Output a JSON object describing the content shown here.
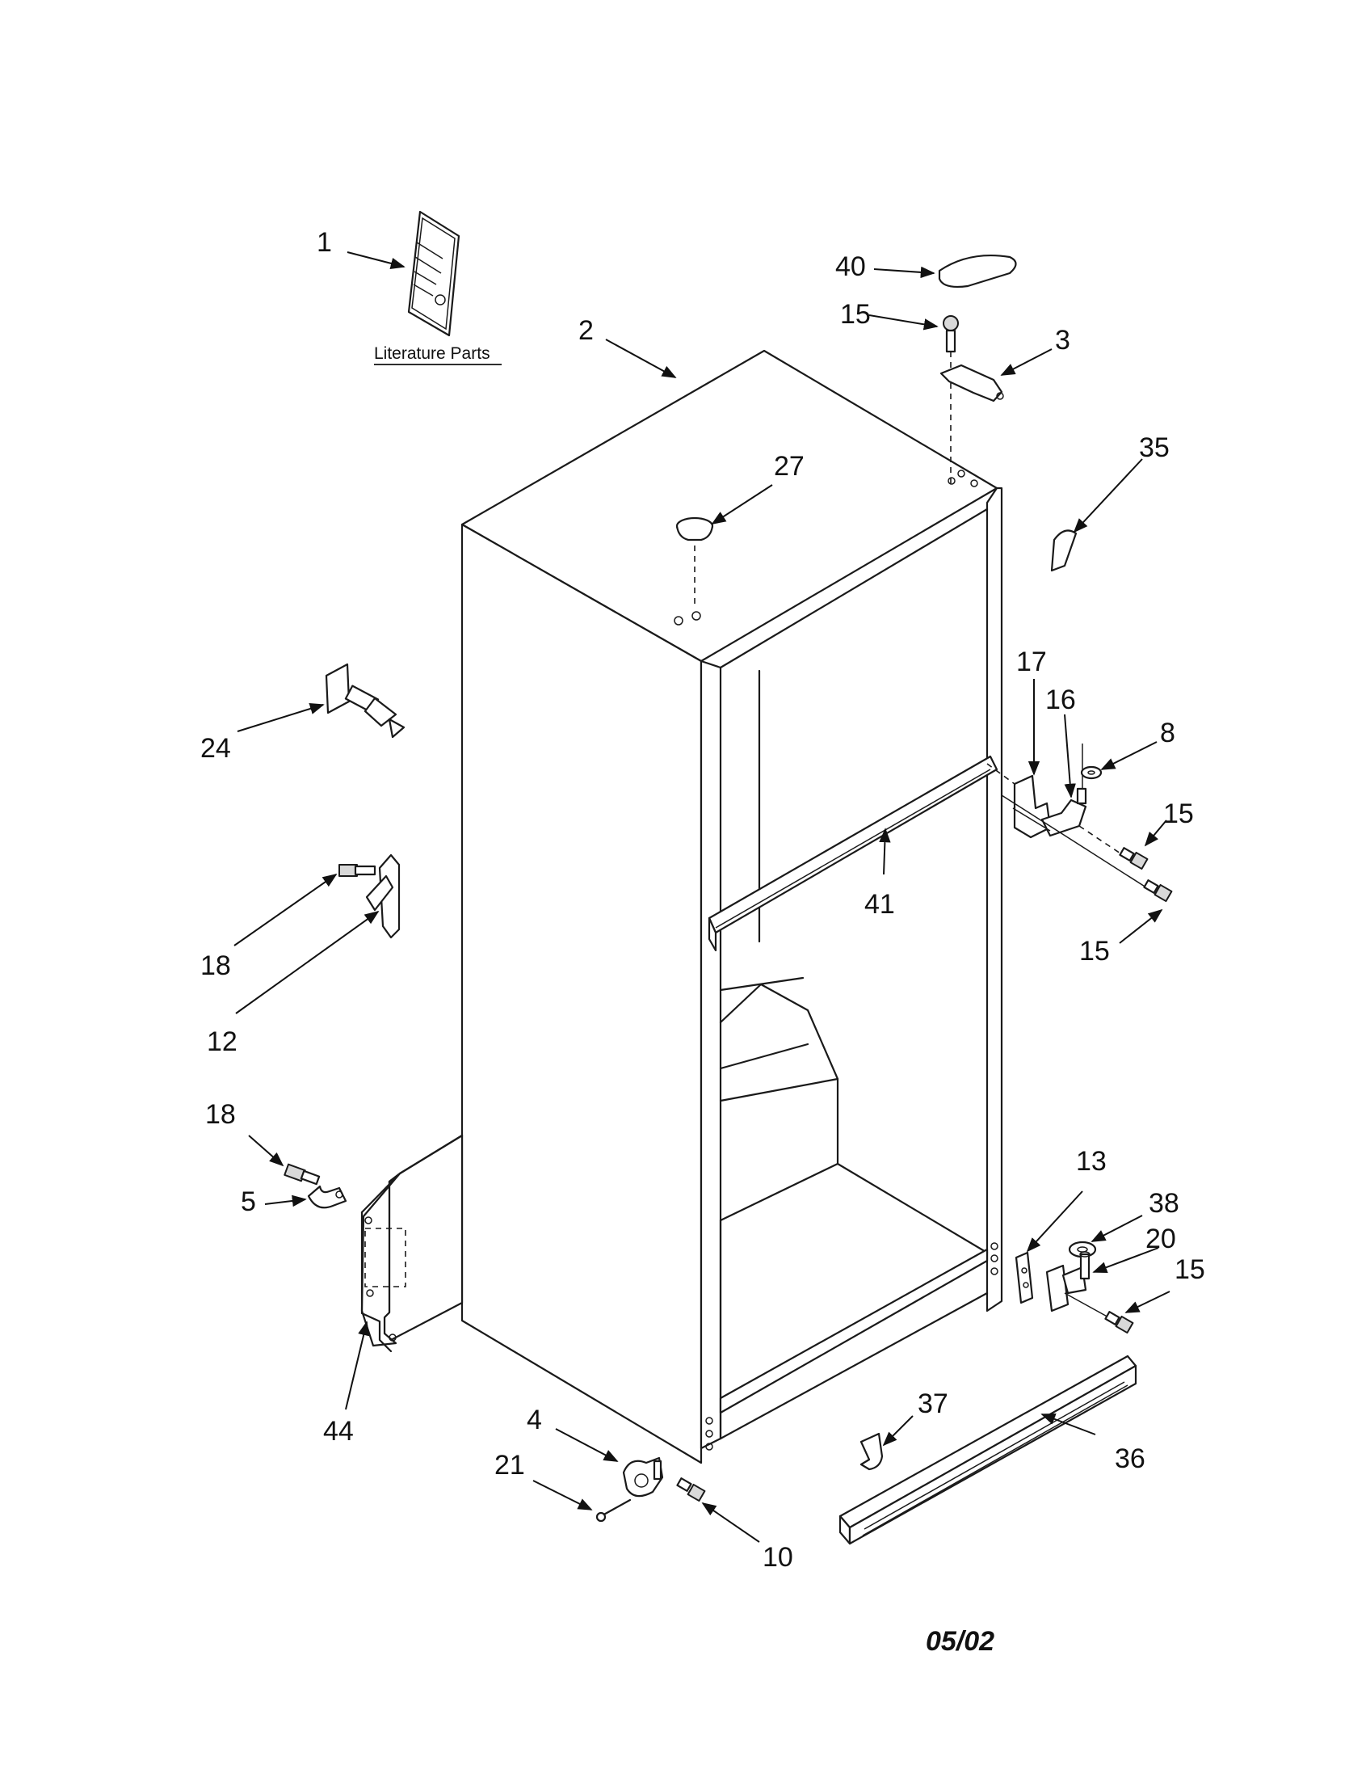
{
  "diagram": {
    "literature_label": "Literature Parts",
    "date_code": "05/02",
    "callouts": {
      "c1": "1",
      "c2": "2",
      "c3": "3",
      "c4": "4",
      "c5": "5",
      "c8": "8",
      "c10": "10",
      "c12": "12",
      "c13": "13",
      "c15a": "15",
      "c15b": "15",
      "c15c": "15",
      "c15d": "15",
      "c16": "16",
      "c17": "17",
      "c18a": "18",
      "c18b": "18",
      "c20": "20",
      "c21": "21",
      "c24": "24",
      "c27": "27",
      "c35": "35",
      "c36": "36",
      "c37": "37",
      "c38": "38",
      "c40": "40",
      "c41": "41",
      "c44": "44"
    }
  }
}
